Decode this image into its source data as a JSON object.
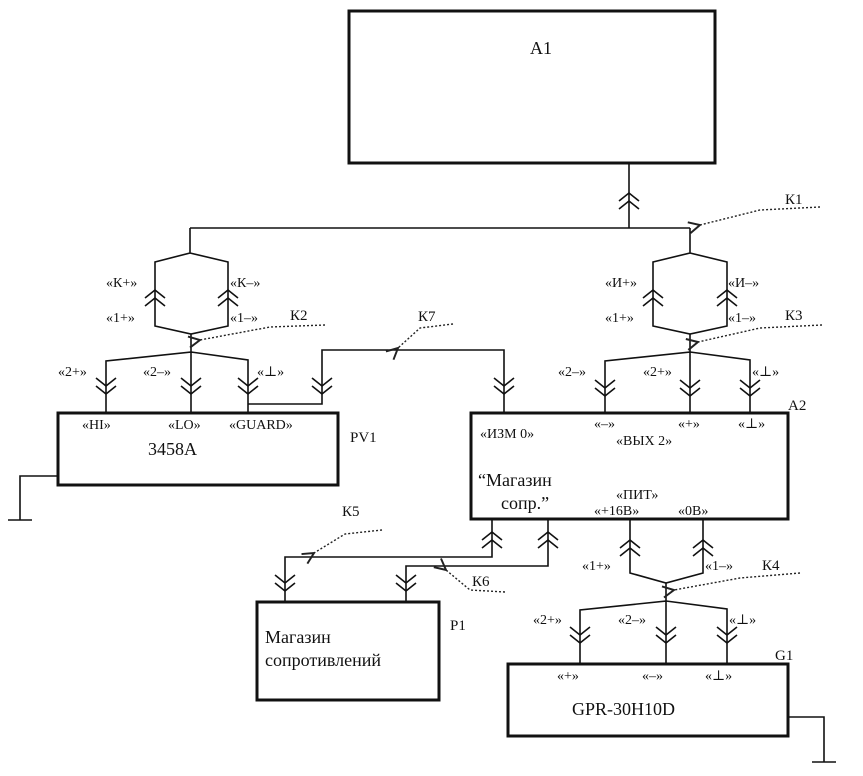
{
  "blocks": {
    "a1": {
      "ref": "A1"
    },
    "pv1": {
      "ref": "PV1",
      "model": "3458A",
      "ports": [
        "«HI»",
        "«LO»",
        "«GUARD»"
      ]
    },
    "a2": {
      "ref": "A2",
      "ports_top": [
        "«ИЗМ 0»",
        "«–»",
        "«+»",
        "«⊥»"
      ],
      "group_out": "«ВЫХ 2»",
      "name_line1": "“Магазин",
      "name_line2": "сопр.”",
      "group_pwr": "«ПИТ»",
      "ports_pwr": [
        "«+16В»",
        "«0В»"
      ]
    },
    "p1": {
      "ref": "P1",
      "name_line1": "Магазин",
      "name_line2": "сопротивлений"
    },
    "g1": {
      "ref": "G1",
      "model": "GPR-30H10D",
      "ports": [
        "«+»",
        "«–»",
        "«⊥»"
      ]
    }
  },
  "cables": {
    "k1": {
      "ref": "К1"
    },
    "k2": {
      "ref": "К2",
      "top": [
        "«К+»",
        "«К–»"
      ],
      "mid": [
        "«1+»",
        "«1–»"
      ],
      "bottom": [
        "«2+»",
        "«2–»",
        "«⊥»"
      ]
    },
    "k3": {
      "ref": "К3",
      "top": [
        "«И+»",
        "«И–»"
      ],
      "mid": [
        "«1+»",
        "«1–»"
      ],
      "bottom": [
        "«2–»",
        "«2+»",
        "«⊥»"
      ]
    },
    "k4": {
      "ref": "К4",
      "mid": [
        "«1+»",
        "«1–»"
      ],
      "bottom": [
        "«2+»",
        "«2–»",
        "«⊥»"
      ]
    },
    "k5": {
      "ref": "К5"
    },
    "k6": {
      "ref": "К6"
    },
    "k7": {
      "ref": "К7"
    }
  }
}
